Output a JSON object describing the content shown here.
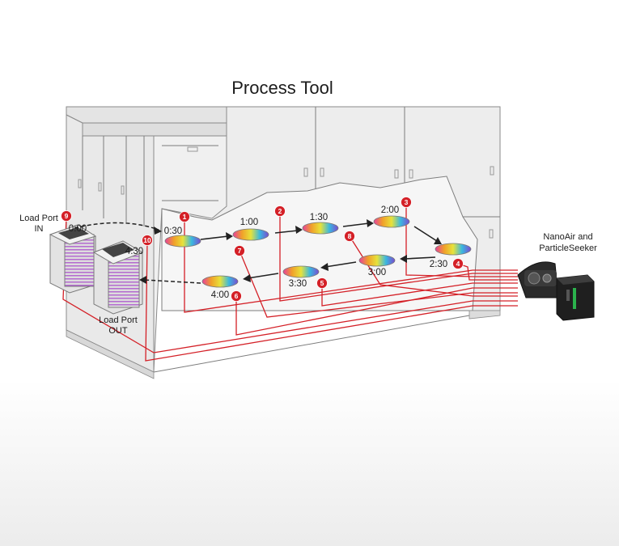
{
  "title": "Process Tool",
  "load_port_in": [
    "Load Port",
    "IN"
  ],
  "load_port_out": [
    "Load Port",
    "OUT"
  ],
  "instrument": [
    "NanoAir and",
    "ParticleSeeker"
  ],
  "stations": [
    {
      "time": "0:00"
    },
    {
      "time": "0:30"
    },
    {
      "time": "1:00"
    },
    {
      "time": "1:30"
    },
    {
      "time": "2:00"
    },
    {
      "time": "2:30"
    },
    {
      "time": "3:00"
    },
    {
      "time": "3:30"
    },
    {
      "time": "4:00"
    },
    {
      "time": "4:30"
    }
  ],
  "badges": [
    "1",
    "2",
    "3",
    "4",
    "5",
    "6",
    "7",
    "8",
    "9",
    "10"
  ],
  "colors": {
    "sample_line": "#d42027",
    "badge": "#d42027",
    "housing": "#ececec",
    "interior": "#f6f6f6"
  }
}
